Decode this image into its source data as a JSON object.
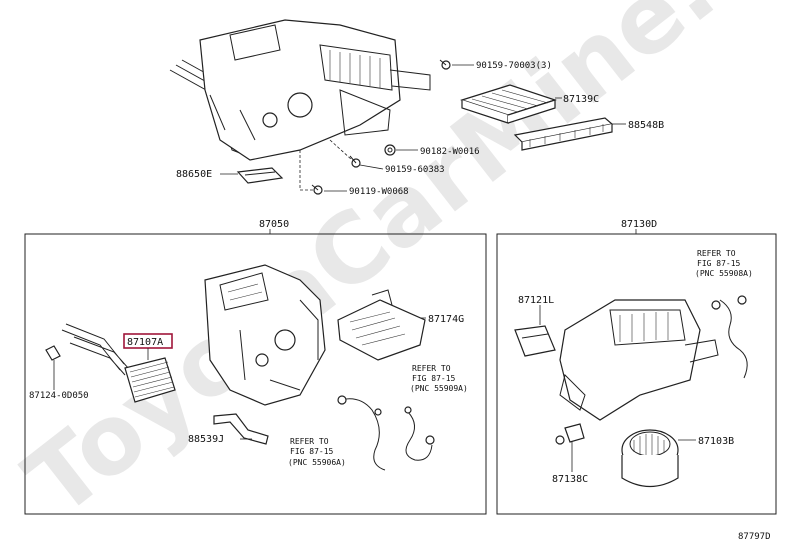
{
  "watermark": "ToyotaCarMine.ru",
  "figure_id": "87797D",
  "labels": {
    "p1": "90159-70003(3)",
    "p2": "87139C",
    "p3": "88548B",
    "p4": "90182-W0016",
    "p5": "90159-60383",
    "p6": "88650E",
    "p7": "90119-W0068",
    "p8": "87050",
    "p9": "87130D",
    "p10": "87174G",
    "p11": "87107A",
    "p12": "87124-0D050",
    "p13": "88539J",
    "p14": "87121L",
    "p15": "87103B",
    "p16": "87138C"
  },
  "notes": {
    "n1": [
      "REFER TO",
      "FIG 87-15",
      "(PNC 55909A)"
    ],
    "n2": [
      "REFER TO",
      "FIG 87-15",
      "(PNC 55906A)"
    ],
    "n3": [
      "REFER TO",
      "FIG 87-15",
      "(PNC 55908A)"
    ]
  },
  "colors": {
    "highlight": "#a0163a",
    "ink": "#222222",
    "watermark": "#e8e8e8"
  }
}
